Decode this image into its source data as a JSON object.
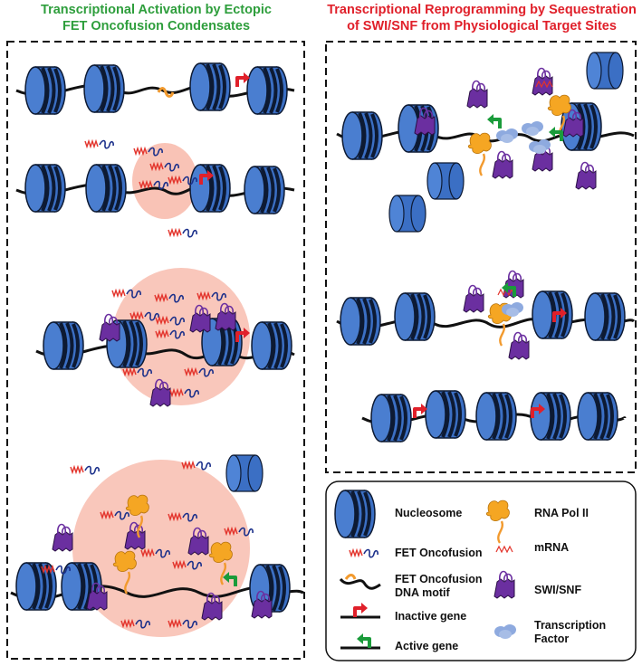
{
  "titles": {
    "left_line1": "Transcriptional Activation by Ectopic",
    "left_line2": "FET Oncofusion Condensates",
    "right_line1": "Transcriptional Reprogramming by Sequestration",
    "right_line2": "of SWI/SNF from Physiological Target Sites"
  },
  "legend": {
    "nucleosome": "Nucleosome",
    "fet_oncofusion": "FET Oncofusion",
    "dna_motif_line1": "FET Oncofusion",
    "dna_motif_line2": "DNA motif",
    "inactive_gene": "Inactive gene",
    "active_gene": "Active gene",
    "rna_pol": "RNA Pol II",
    "mrna": "mRNA",
    "swisnf": "SWI/SNF",
    "tf_line1": "Transcription",
    "tf_line2": "Factor"
  },
  "colors": {
    "nucleosome": "#3b6fc4",
    "nucleosome_band": "#0d1a33",
    "condensate": "#f7b4a4",
    "fet_red": "#e3342c",
    "fet_blue": "#1a2f8a",
    "motif_orange": "#f29a2e",
    "swisnf_purple": "#6b2fa0",
    "rnapol_orange": "#f5a623",
    "tf_lightblue": "#8eaadf",
    "active_green": "#1a9b3a",
    "inactive_red": "#e0202a",
    "title_green": "#2e9e3c",
    "title_red": "#e0202a"
  }
}
